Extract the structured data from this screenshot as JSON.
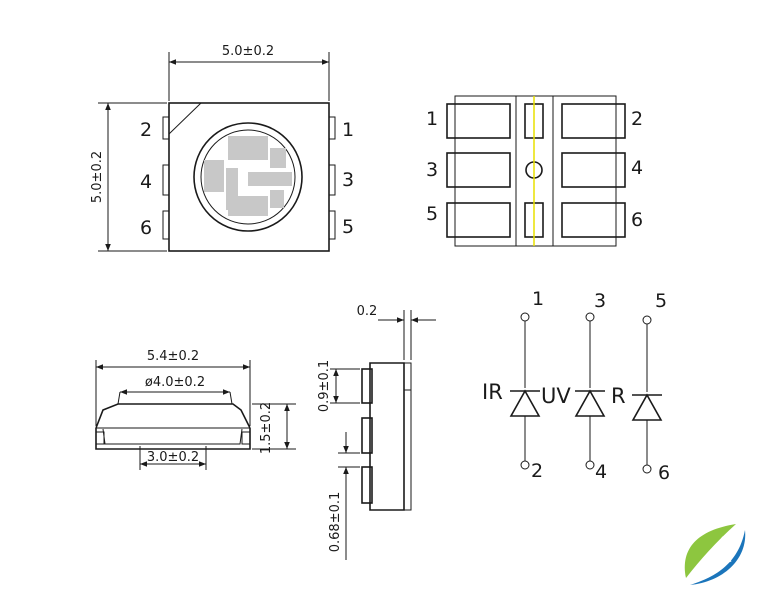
{
  "top_view": {
    "width_dim": "5.0±0.2",
    "height_dim": "5.0±0.2",
    "left_pins": [
      "2",
      "4",
      "6"
    ],
    "right_pins": [
      "1",
      "3",
      "5"
    ]
  },
  "bottom_view": {
    "left_pins": [
      "1",
      "3",
      "5"
    ],
    "right_pins": [
      "2",
      "4",
      "6"
    ],
    "center_line_color": "#e8e000"
  },
  "side_view": {
    "outer_width_dim": "5.4±0.2",
    "lens_dim": "ø4.0±0.2",
    "base_dim": "3.0±0.2",
    "height_dim": "1.5±0.2"
  },
  "end_view": {
    "thickness_dim": "0.2",
    "pad_height_dim": "0.9±0.1",
    "gap_dim": "0.68±0.1"
  },
  "schematic": {
    "anode_pins": [
      "1",
      "3",
      "5"
    ],
    "cathode_pins": [
      "2",
      "4",
      "6"
    ],
    "chip_labels": [
      "IR",
      "UV",
      "R"
    ]
  },
  "logo": {
    "icon": "company-logo-icon",
    "colors": [
      "#8dc63f",
      "#1b75bb"
    ]
  }
}
